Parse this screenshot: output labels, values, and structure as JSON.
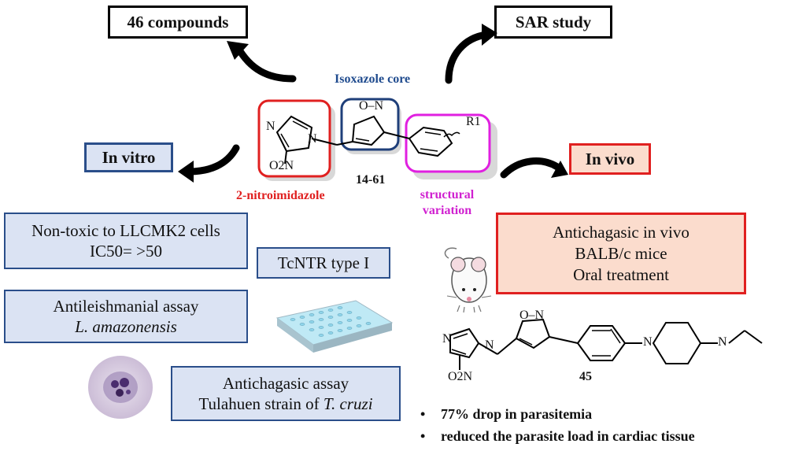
{
  "top": {
    "compounds_label": "46 compounds",
    "sar_label": "SAR study"
  },
  "core": {
    "isoxazole_label": "Isoxazole core",
    "compound_range": "14-61",
    "nitroimidazole_label": "2-nitroimidazole",
    "variation_line1": "structural",
    "variation_line2": "variation",
    "ring_labels": {
      "o_n": "O–N",
      "n": "N",
      "n2": "N",
      "o2n": "O2N",
      "r1": "R1"
    }
  },
  "in_vitro": {
    "heading": "In vitro",
    "toxicity_line1": "Non-toxic to LLCMK2 cells",
    "toxicity_line2": "IC50= >50",
    "tcntr": "TcNTR type I",
    "leish_line1": "Antileishmanial assay",
    "leish_line2": "L. amazonensis",
    "chagas_line1": "Antichagasic assay",
    "chagas_line2_prefix": "Tulahuen strain of ",
    "chagas_line2_species": "T. cruzi"
  },
  "in_vivo": {
    "heading": "In vivo",
    "line1": "Antichagasic in vivo",
    "line2": "BALB/c mice",
    "line3": "Oral treatment",
    "compound_number": "45",
    "bullets": [
      "77% drop in parasitemia",
      "reduced the parasite load in cardiac tissue"
    ]
  },
  "colors": {
    "nitroimidazole_border": "#e02020",
    "isoxazole_border": "#1f3f7a",
    "variation_border": "#e020e0",
    "in_vitro_fill": "#dbe3f3",
    "in_vivo_fill": "#fbdccd"
  }
}
